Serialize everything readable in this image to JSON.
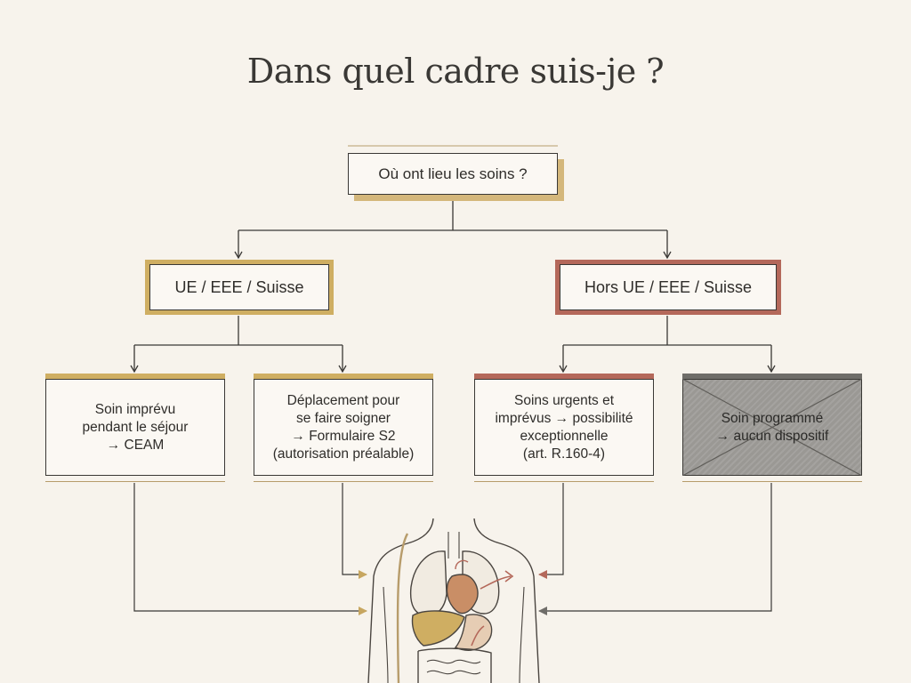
{
  "title": "Dans quel cadre suis-je ?",
  "root": {
    "label": "Où ont lieu les soins ?"
  },
  "branches": [
    {
      "label": "UE / EEE / Suisse",
      "accent": "#cfae62",
      "cases": [
        {
          "lines": [
            "Soin imprévu",
            "pendant le séjour",
            "→ CEAM"
          ]
        },
        {
          "lines": [
            "Déplacement pour",
            "se faire soigner",
            "→ Formulaire S2",
            "(autorisation préalable)"
          ]
        }
      ]
    },
    {
      "label": "Hors UE / EEE / Suisse",
      "accent": "#b4685a",
      "cases": [
        {
          "lines": [
            "Soins urgents et",
            "imprévus → possibilité",
            "exceptionnelle",
            "(art. R.160-4)"
          ]
        },
        {
          "lines": [
            "Soin programmé",
            "→ aucun dispositif"
          ],
          "crossed": true
        }
      ]
    }
  ],
  "colors": {
    "background": "#f7f3ec",
    "gold": "#cfae62",
    "terracotta": "#b4685a",
    "gray": "#9a9894",
    "line": "#3a3835"
  },
  "icons": [
    "human-torso-anatomy-illustration",
    "arrow-down-icon",
    "arrow-right-icon",
    "arrow-left-icon",
    "cross-out-icon"
  ]
}
